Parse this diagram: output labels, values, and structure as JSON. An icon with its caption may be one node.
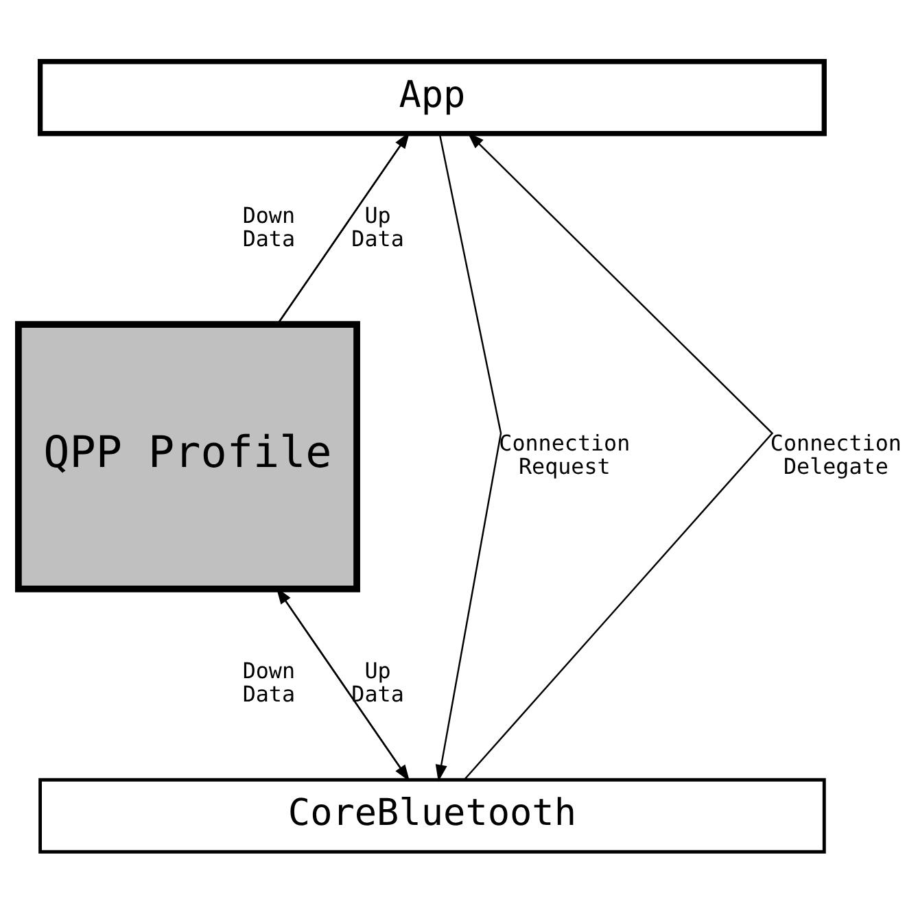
{
  "diagram": {
    "nodes": [
      {
        "text": [
          "App"
        ]
      },
      {
        "text": [
          "QPP Profile"
        ]
      },
      {
        "text": [
          "CoreBluetooth"
        ]
      }
    ],
    "edges": [
      {
        "from": 0,
        "to": 2,
        "arrow": "to",
        "label": "Connection Request"
      },
      {
        "from": 2,
        "to": 0,
        "arrow": "to",
        "label": "Connection Delegate"
      },
      {
        "from": 0,
        "to": 1,
        "arrow": "none",
        "label": "Down Data"
      },
      {
        "from": 1,
        "to": 0,
        "arrow": "to",
        "label": "Up Data"
      },
      {
        "from": 1,
        "to": 2,
        "arrow": "to",
        "label": "Down Data"
      },
      {
        "from": 2,
        "to": 1,
        "arrow": "to",
        "label": "Up Data"
      }
    ]
  }
}
